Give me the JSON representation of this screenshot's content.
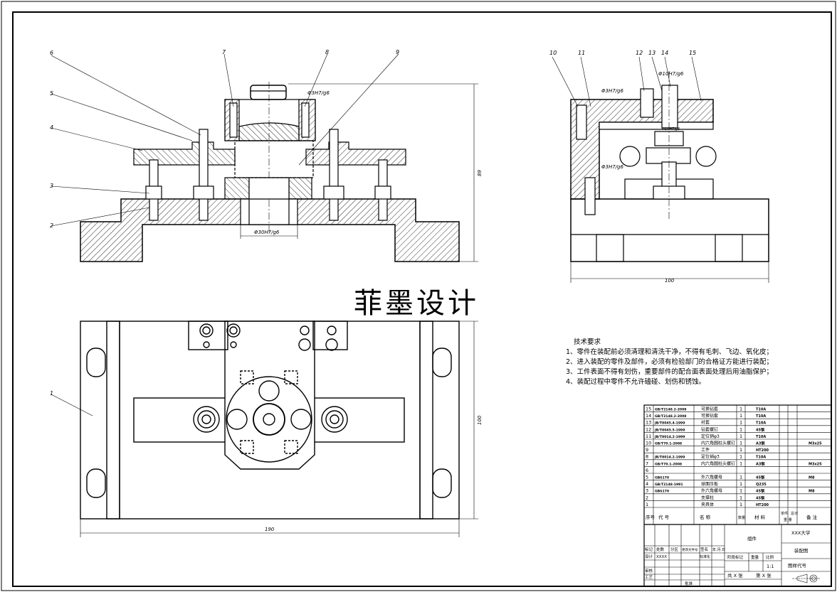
{
  "watermark": "菲墨设计",
  "part_numbers": [
    "1",
    "2",
    "3",
    "4",
    "5",
    "6",
    "7",
    "8",
    "9",
    "10",
    "11",
    "12",
    "13",
    "14",
    "15"
  ],
  "dims": {
    "fit_front_top": "Φ3H7/g6",
    "fit_front_bottom": "Φ30H7/g6",
    "height_front": "89",
    "fit_side_top": "Φ3H7/g6",
    "fit_side_mid": "Φ3H7/g6",
    "fit_side_right": "Φ10H7/g6",
    "fit_side_small": "Φ10H7/g6",
    "width_side": "100",
    "width_plan": "190",
    "height_plan": "100"
  },
  "tech_req": {
    "title": "技术要求",
    "lines": [
      "1、零件在装配前必须清理和清洗干净，不得有毛刺、飞边、氧化皮；",
      "2、进入装配的零件及部件，必须有检验部门的合格证方能进行装配；",
      "3、工件表面不得有划伤，重要部件的配合面表面处理后用油脂保护；",
      "4、装配过程中零件不允许磕碰、划伤和锈蚀。"
    ]
  },
  "bom": {
    "rows": [
      {
        "no": "15",
        "code": "GB/T2148.2-2008",
        "name": "可换钻套",
        "qty": "1",
        "mat": "T10A",
        "note": ""
      },
      {
        "no": "14",
        "code": "GB/T2148.2-2008",
        "name": "可换钻套",
        "qty": "1",
        "mat": "T10A",
        "note": ""
      },
      {
        "no": "13",
        "code": "JB/T8045.4-1999",
        "name": "衬套",
        "qty": "1",
        "mat": "T10A",
        "note": ""
      },
      {
        "no": "12",
        "code": "JB/T8045.5-1999",
        "name": "钻套螺钉",
        "qty": "1",
        "mat": "45钢",
        "note": ""
      },
      {
        "no": "11",
        "code": "JB/T8014.2-1999",
        "name": "定位销φ3",
        "qty": "1",
        "mat": "T10A",
        "note": ""
      },
      {
        "no": "10",
        "code": "GB/T70.1-2008",
        "name": "内六角圆柱头螺钉",
        "qty": "1",
        "mat": "A3钢",
        "note": "M3x25"
      },
      {
        "no": "9",
        "code": "",
        "name": "工件",
        "qty": "1",
        "mat": "HT200",
        "note": ""
      },
      {
        "no": "8",
        "code": "JB/T8014.2-1999",
        "name": "定位销φ3",
        "qty": "1",
        "mat": "T10A",
        "note": ""
      },
      {
        "no": "7",
        "code": "GB/T70.1-2008",
        "name": "内六角圆柱头螺钉",
        "qty": "1",
        "mat": "A3钢",
        "note": "M3x25"
      },
      {
        "no": "6",
        "code": "",
        "name": "",
        "qty": "",
        "mat": "",
        "note": ""
      },
      {
        "no": "5",
        "code": "GB6170",
        "name": "外六角螺母",
        "qty": "1",
        "mat": "45钢",
        "note": "M8"
      },
      {
        "no": "4",
        "code": "GB/T2148-1991",
        "name": "球面压板",
        "qty": "1",
        "mat": "Q235",
        "note": ""
      },
      {
        "no": "3",
        "code": "GB6170",
        "name": "外六角螺母",
        "qty": "1",
        "mat": "45钢",
        "note": "M8"
      },
      {
        "no": "2",
        "code": "",
        "name": "支撑柱",
        "qty": "1",
        "mat": "45钢",
        "note": ""
      },
      {
        "no": "1",
        "code": "",
        "name": "夹具体",
        "qty": "1",
        "mat": "HT200",
        "note": ""
      }
    ],
    "header": {
      "no": "序号",
      "code": "代   号",
      "name": "名   称",
      "qty": "数量",
      "mat": "材   料",
      "unit": "单件",
      "total": "总计",
      "weight": "重 量",
      "note": "备 注"
    }
  },
  "title_block": {
    "org": "XXX大学",
    "drawing_name": "装配图",
    "assembly_label": "组件",
    "scale_label": "比例",
    "scale": "1:1",
    "stage_label": "阶段标记",
    "weight_label": "重量",
    "drawing_no_label": "图样代号",
    "sheets": "共 X 张",
    "sheet": "第 X 张",
    "design_label": "设计",
    "design_name": "XXXX",
    "std_label": "标准化",
    "check_label": "审核",
    "process_label": "工艺",
    "approve_label": "批准",
    "mark_label": "标记",
    "count_label": "处数",
    "zone_label": "分区",
    "change_label": "更改文件号",
    "sign_label": "签名",
    "date_label": "年.月.日"
  }
}
